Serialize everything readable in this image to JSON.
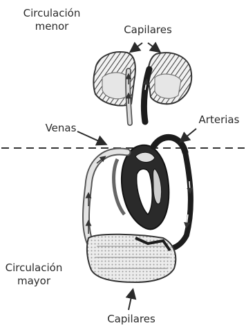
{
  "labels": {
    "circulacion_menor": [
      "Circulación",
      "menor"
    ],
    "capilares_top": "Capilares",
    "venas": "Venas",
    "arterias": "Arterias",
    "circulacion_mayor": [
      "Circulación",
      "mayor"
    ],
    "capilares_bottom": "Capilares"
  },
  "colors": {
    "ink": "#2a2a2a",
    "artery": "#1c1c1c",
    "vein": "#dcdcdc",
    "vein_edge": "#555555",
    "lung_light": "#e8e8e8"
  }
}
